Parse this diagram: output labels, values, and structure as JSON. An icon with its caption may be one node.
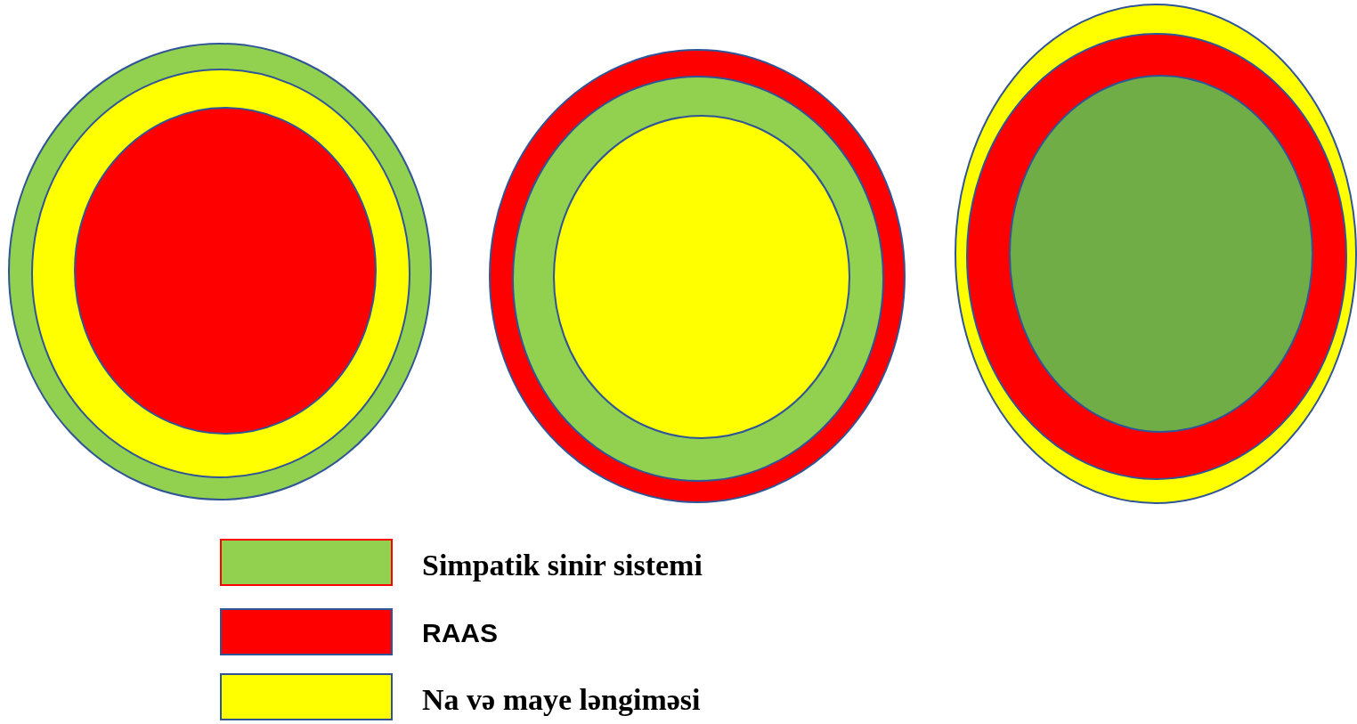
{
  "diagram": {
    "legend": [
      {
        "text": "Simpatik sinir sistemi",
        "color": "#92d050"
      },
      {
        "text": "RAAS",
        "color": "#ff0000"
      },
      {
        "text": "Na və maye ləngiməsi",
        "color": "#ffff00"
      }
    ]
  }
}
